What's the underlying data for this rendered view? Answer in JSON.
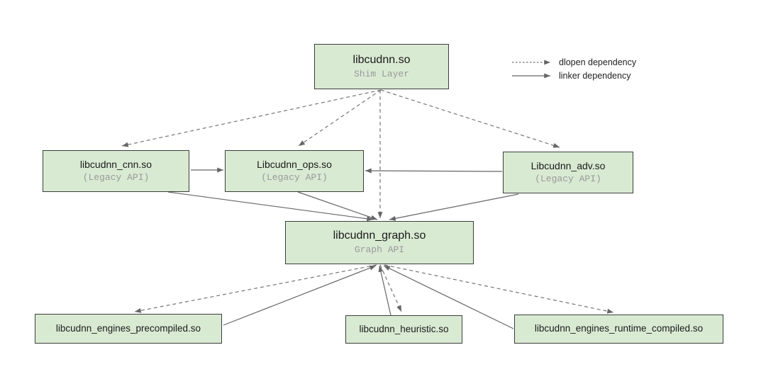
{
  "legend": {
    "dlopen_label": "dlopen dependency",
    "linker_label": "linker dependency"
  },
  "nodes": {
    "shim": {
      "title": "libcudnn.so",
      "subtitle": "Shim Layer"
    },
    "cnn": {
      "title": "libcudnn_cnn.so",
      "subtitle": "(Legacy API)"
    },
    "ops": {
      "title": "Libcudnn_ops.so",
      "subtitle": "(Legacy API)"
    },
    "adv": {
      "title": "Libcudnn_adv.so",
      "subtitle": "(Legacy API)"
    },
    "graph": {
      "title": "libcudnn_graph.so",
      "subtitle": "Graph API"
    },
    "engines_precompiled": {
      "title": "libcudnn_engines_precompiled.so"
    },
    "heuristic": {
      "title": "libcudnn_heuristic.so"
    },
    "engines_runtime_compiled": {
      "title": "libcudnn_engines_runtime_compiled.so"
    }
  },
  "colors": {
    "node_fill": "#d9ead3",
    "node_border": "#3d3d3d",
    "arrow": "#666666",
    "title_text": "#1a1a1a",
    "subtitle_text": "#999999"
  },
  "edges": [
    {
      "from": "shim",
      "to": "cnn",
      "type": "dlopen"
    },
    {
      "from": "shim",
      "to": "ops",
      "type": "dlopen"
    },
    {
      "from": "shim",
      "to": "graph",
      "type": "dlopen"
    },
    {
      "from": "shim",
      "to": "adv",
      "type": "dlopen"
    },
    {
      "from": "cnn",
      "to": "ops",
      "type": "linker"
    },
    {
      "from": "adv",
      "to": "ops",
      "type": "linker"
    },
    {
      "from": "cnn",
      "to": "graph",
      "type": "linker"
    },
    {
      "from": "ops",
      "to": "graph",
      "type": "linker"
    },
    {
      "from": "adv",
      "to": "graph",
      "type": "linker"
    },
    {
      "from": "graph",
      "to": "engines_precompiled",
      "type": "dlopen"
    },
    {
      "from": "graph",
      "to": "heuristic",
      "type": "dlopen"
    },
    {
      "from": "graph",
      "to": "engines_runtime_compiled",
      "type": "dlopen"
    },
    {
      "from": "engines_precompiled",
      "to": "graph",
      "type": "linker"
    },
    {
      "from": "heuristic",
      "to": "graph",
      "type": "linker"
    },
    {
      "from": "engines_runtime_compiled",
      "to": "graph",
      "type": "linker"
    }
  ]
}
